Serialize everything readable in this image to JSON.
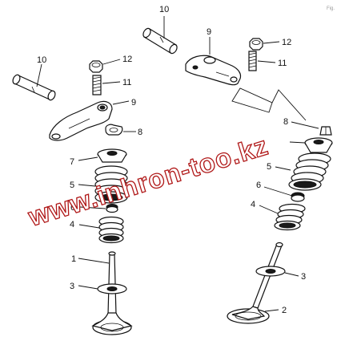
{
  "diagram": {
    "corner_mark": "Fig.",
    "watermark": "www.inhron-too.kz",
    "callouts": [
      {
        "id": "c10a",
        "text": "10"
      },
      {
        "id": "c10b",
        "text": "10"
      },
      {
        "id": "c9a",
        "text": "9"
      },
      {
        "id": "c9b",
        "text": "9"
      },
      {
        "id": "c12a",
        "text": "12"
      },
      {
        "id": "c12b",
        "text": "12"
      },
      {
        "id": "c11a",
        "text": "11"
      },
      {
        "id": "c11b",
        "text": "11"
      },
      {
        "id": "c8a",
        "text": "8"
      },
      {
        "id": "c8b",
        "text": "8"
      },
      {
        "id": "c7",
        "text": "7"
      },
      {
        "id": "c5a",
        "text": "5"
      },
      {
        "id": "c5b",
        "text": "5"
      },
      {
        "id": "c6a",
        "text": "6"
      },
      {
        "id": "c6b",
        "text": "6"
      },
      {
        "id": "c4a",
        "text": "4"
      },
      {
        "id": "c4b",
        "text": "4"
      },
      {
        "id": "c1",
        "text": "1"
      },
      {
        "id": "c3a",
        "text": "3"
      },
      {
        "id": "c3b",
        "text": "3"
      },
      {
        "id": "c2",
        "text": "2"
      }
    ]
  }
}
